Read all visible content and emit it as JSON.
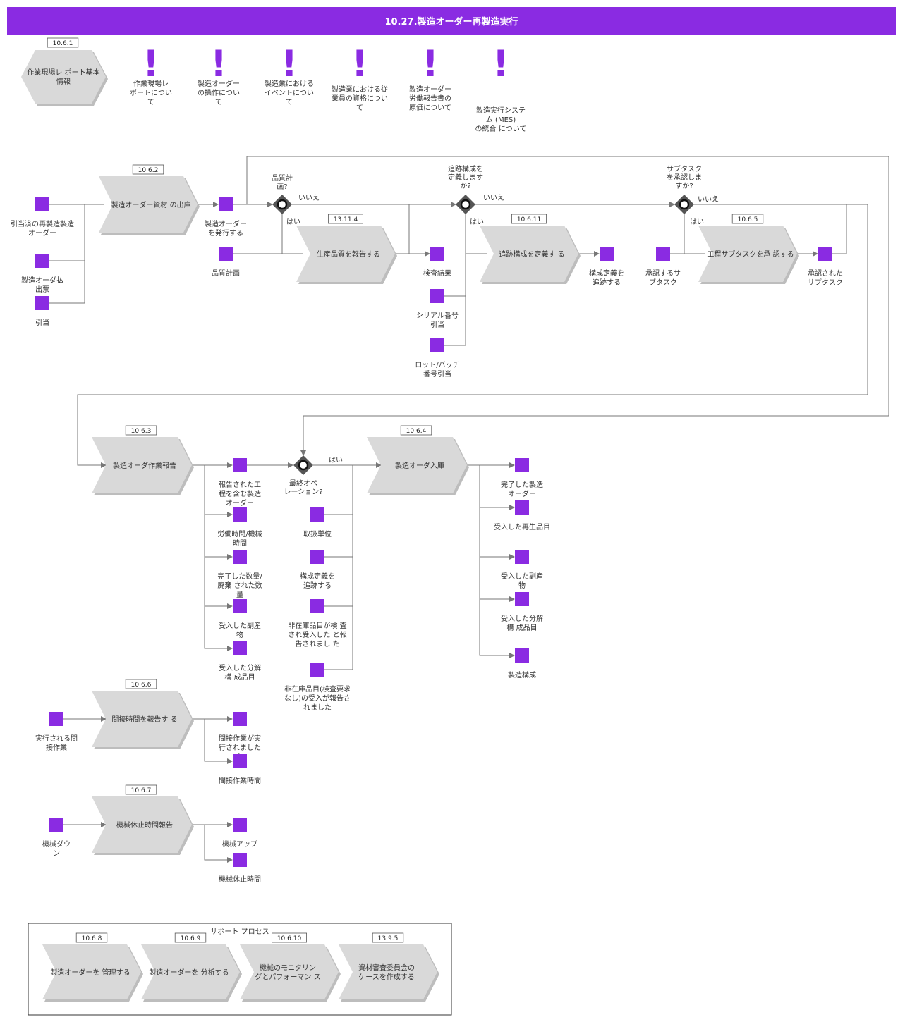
{
  "title": "10.27.製造オーダー再製造実行",
  "colors": {
    "accent": "#8a2be2",
    "process_fill": "#d9d9d9",
    "process_shadow": "#bdbdbd",
    "line": "#777777",
    "gateway": "#555555"
  },
  "info_process": {
    "tag": "10.6.1",
    "label": [
      "作業現場レ ポート基本",
      "情報"
    ]
  },
  "notes": [
    {
      "icon": "exclamation-icon",
      "lines": [
        "作業現場レ",
        "ポートについ",
        "て"
      ]
    },
    {
      "icon": "exclamation-icon",
      "lines": [
        "製造オーダー",
        "の操作につい",
        "て"
      ]
    },
    {
      "icon": "exclamation-icon",
      "lines": [
        "製造業における",
        "イベントについ",
        "て"
      ]
    },
    {
      "icon": "exclamation-icon",
      "lines": [
        "製造業における従",
        "業員の資格につい",
        "て"
      ]
    },
    {
      "icon": "exclamation-icon",
      "lines": [
        "製造オーダー",
        "労働報告書の",
        "原価について"
      ]
    },
    {
      "icon": "exclamation-icon",
      "lines": [
        "製造実行システ",
        "ム (MES)",
        "の統合 について"
      ]
    }
  ],
  "processes": [
    {
      "id": "p-issue",
      "tag": "10.6.2",
      "label": [
        "製造オーダー資材 の出庫"
      ]
    },
    {
      "id": "p-quality",
      "tag": "13.11.4",
      "label": [
        "生産品質を報告する"
      ]
    },
    {
      "id": "p-trace",
      "tag": "10.6.11",
      "label": [
        "追跡構成を定義す る"
      ]
    },
    {
      "id": "p-subtask",
      "tag": "10.6.5",
      "label": [
        "工程サブタスクを承 認する"
      ]
    },
    {
      "id": "p-report",
      "tag": "10.6.3",
      "label": [
        "製造オーダ作業報告"
      ]
    },
    {
      "id": "p-receipt",
      "tag": "10.6.4",
      "label": [
        "製造オーダ入庫"
      ]
    },
    {
      "id": "p-indirect",
      "tag": "10.6.6",
      "label": [
        "間接時間を報告す る"
      ]
    },
    {
      "id": "p-machine",
      "tag": "10.6.7",
      "label": [
        "機械休止時間報告"
      ]
    }
  ],
  "items": [
    {
      "id": "i-reserved",
      "lines": [
        "引当済の再製造製造",
        "オーダー"
      ]
    },
    {
      "id": "i-picking",
      "lines": [
        "製造オーダ払",
        "出票"
      ]
    },
    {
      "id": "i-reserve",
      "lines": [
        "引当"
      ]
    },
    {
      "id": "i-issue-order",
      "lines": [
        "製造オーダー",
        "を発行する"
      ]
    },
    {
      "id": "i-quality-plan",
      "lines": [
        "品質計画"
      ]
    },
    {
      "id": "i-inspection",
      "lines": [
        "検査結果"
      ]
    },
    {
      "id": "i-serial",
      "lines": [
        "シリアル番号",
        "引当"
      ]
    },
    {
      "id": "i-lot",
      "lines": [
        "ロット/バッチ",
        "番号引当"
      ]
    },
    {
      "id": "i-trace-def",
      "lines": [
        "構成定義を",
        "追跡する"
      ]
    },
    {
      "id": "i-approve-sub",
      "lines": [
        "承認するサ",
        "ブタスク"
      ]
    },
    {
      "id": "i-approved-sub",
      "lines": [
        "承認された",
        "サブタスク"
      ]
    },
    {
      "id": "i-reported-op",
      "lines": [
        "報告された工",
        "程を含む製造",
        "オーダー"
      ]
    },
    {
      "id": "i-labor",
      "lines": [
        "労働時間/機械",
        "時間"
      ]
    },
    {
      "id": "i-completed-qty",
      "lines": [
        "完了した数量/",
        "廃棄 された数",
        "量"
      ]
    },
    {
      "id": "i-byproduct-a",
      "lines": [
        "受入した副産",
        "物"
      ]
    },
    {
      "id": "i-disassembly-a",
      "lines": [
        "受入した分解",
        "構 成品目"
      ]
    },
    {
      "id": "i-unit",
      "lines": [
        "取扱単位"
      ]
    },
    {
      "id": "i-trace-def-2",
      "lines": [
        "構成定義を",
        "追跡する"
      ]
    },
    {
      "id": "i-noninv-insp",
      "lines": [
        "非在庫品目が検 査",
        "され受入した と報",
        "告されまし た"
      ]
    },
    {
      "id": "i-noninv-noinsp",
      "lines": [
        "非在庫品目(検査要求",
        "なし)の受入が報告さ",
        "れました"
      ]
    },
    {
      "id": "i-completed-order",
      "lines": [
        "完了した製造",
        "オーダー"
      ]
    },
    {
      "id": "i-recycled",
      "lines": [
        "受入した再生品目"
      ]
    },
    {
      "id": "i-byproduct-b",
      "lines": [
        "受入した副産",
        "物"
      ]
    },
    {
      "id": "i-disassembly-b",
      "lines": [
        "受入した分解",
        "構 成品目"
      ]
    },
    {
      "id": "i-mfg-config",
      "lines": [
        "製造構成"
      ]
    },
    {
      "id": "i-indirect-in",
      "lines": [
        "実行される間",
        "接作業"
      ]
    },
    {
      "id": "i-indirect-done",
      "lines": [
        "間接作業が実",
        "行されました",
        "た"
      ]
    },
    {
      "id": "i-indirect-time",
      "lines": [
        "間接作業時間"
      ]
    },
    {
      "id": "i-machine-down",
      "lines": [
        "機械ダウ",
        "ン"
      ]
    },
    {
      "id": "i-machine-up",
      "lines": [
        "機械アップ"
      ]
    },
    {
      "id": "i-machine-downtime",
      "lines": [
        "機械休止時間"
      ]
    }
  ],
  "gateways": [
    {
      "id": "g-quality",
      "question": [
        "品質計",
        "画?"
      ],
      "yes": "はい",
      "no": "いいえ"
    },
    {
      "id": "g-trace",
      "question": [
        "追跡構成を",
        "定義します",
        "か?"
      ],
      "yes": "はい",
      "no": "いいえ"
    },
    {
      "id": "g-subtask",
      "question": [
        "サブタスク",
        "を承認しま",
        "すか?"
      ],
      "yes": "はい",
      "no": "いいえ"
    },
    {
      "id": "g-final",
      "question": [
        "最終オペ",
        "レーション?"
      ],
      "yes": "はい"
    }
  ],
  "support": {
    "title": "サポート プロセス",
    "processes": [
      {
        "tag": "10.6.8",
        "label": [
          "製造オーダーを 管理する"
        ]
      },
      {
        "tag": "10.6.9",
        "label": [
          "製造オーダーを 分析する"
        ]
      },
      {
        "tag": "10.6.10",
        "label": [
          "機械のモニタリン",
          "グとパフォーマン ス"
        ]
      },
      {
        "tag": "13.9.5",
        "label": [
          "資材審査委員会の",
          "ケースを作成する"
        ]
      }
    ]
  }
}
